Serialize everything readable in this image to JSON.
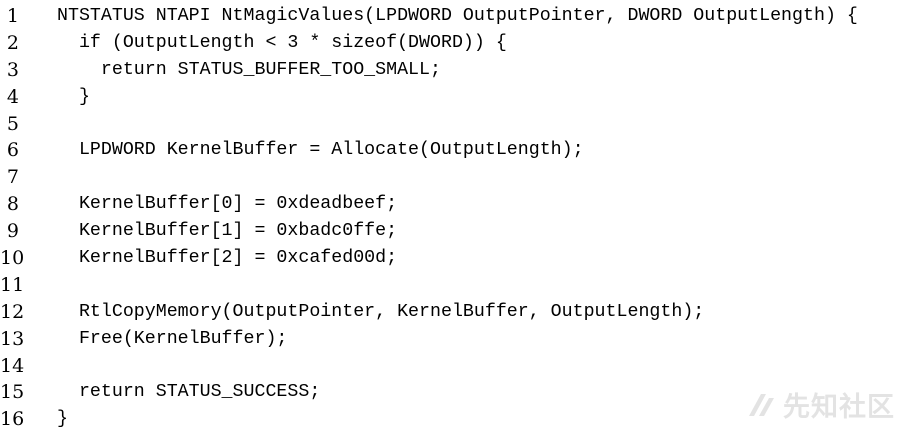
{
  "listing": {
    "lines": [
      {
        "num": "1",
        "code": "NTSTATUS NTAPI NtMagicValues(LPDWORD OutputPointer, DWORD OutputLength) {"
      },
      {
        "num": "2",
        "code": "  if (OutputLength < 3 * sizeof(DWORD)) {"
      },
      {
        "num": "3",
        "code": "    return STATUS_BUFFER_TOO_SMALL;"
      },
      {
        "num": "4",
        "code": "  }"
      },
      {
        "num": "5",
        "code": ""
      },
      {
        "num": "6",
        "code": "  LPDWORD KernelBuffer = Allocate(OutputLength);"
      },
      {
        "num": "7",
        "code": ""
      },
      {
        "num": "8",
        "code": "  KernelBuffer[0] = 0xdeadbeef;"
      },
      {
        "num": "9",
        "code": "  KernelBuffer[1] = 0xbadc0ffe;"
      },
      {
        "num": "10",
        "code": "  KernelBuffer[2] = 0xcafed00d;"
      },
      {
        "num": "11",
        "code": ""
      },
      {
        "num": "12",
        "code": "  RtlCopyMemory(OutputPointer, KernelBuffer, OutputLength);"
      },
      {
        "num": "13",
        "code": "  Free(KernelBuffer);"
      },
      {
        "num": "14",
        "code": ""
      },
      {
        "num": "15",
        "code": "  return STATUS_SUCCESS;"
      },
      {
        "num": "16",
        "code": "}"
      }
    ]
  },
  "watermark": {
    "text": "先知社区",
    "icon": "xianzhi-logo-icon"
  }
}
